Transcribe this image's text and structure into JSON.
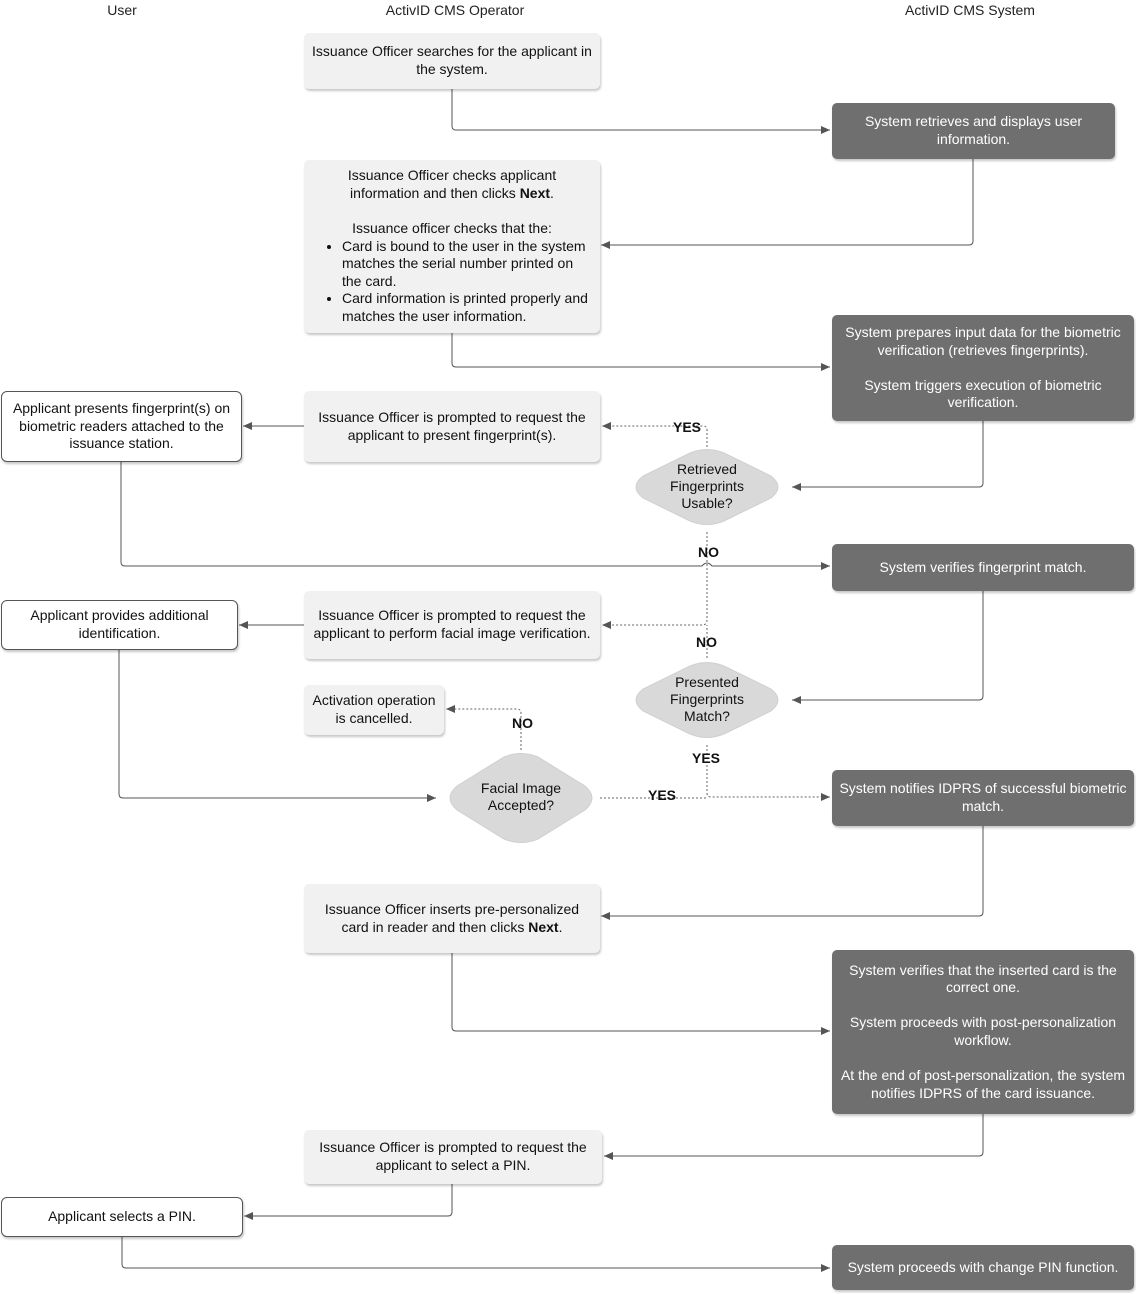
{
  "lanes": {
    "user": "User",
    "operator": "ActivID CMS Operator",
    "system": "ActivID CMS System"
  },
  "steps": {
    "op_search": "Issuance Officer searches for the applicant in the system.",
    "sys_retrieve": "System retrieves and displays user information.",
    "op_check_line1": "Issuance Officer checks applicant information and then clicks ",
    "op_check_bold": "Next",
    "op_check_end": ".",
    "op_check_line2": "Issuance officer checks that the:",
    "op_check_bullet1": "Card is bound to the user in the system matches the serial number printed on the card.",
    "op_check_bullet2": "Card information is printed properly and matches the user information.",
    "sys_prepare_p1": "System prepares input data for the biometric verification (retrieves fingerprints).",
    "sys_prepare_p2": "System triggers execution of biometric verification.",
    "user_fingerprint": "Applicant presents fingerprint(s) on biometric readers attached to the issuance station.",
    "op_prompt_fp": "Issuance Officer is prompted to request the applicant to present fingerprint(s).",
    "sys_verify_fp": "System verifies fingerprint match.",
    "user_additional_id": "Applicant provides additional identification.",
    "op_prompt_face": "Issuance Officer is prompted to request the applicant to perform facial image verification.",
    "op_cancelled": "Activation operation is cancelled.",
    "sys_notify_match": "System notifies IDPRS of successful biometric match.",
    "op_insert_line": "Issuance Officer inserts pre-personalized card in reader and then clicks ",
    "op_insert_bold": "Next",
    "op_insert_end": ".",
    "sys_postperso_p1": "System verifies that the inserted card is the correct one.",
    "sys_postperso_p2": "System proceeds with post-personalization workflow.",
    "sys_postperso_p3": "At the end of post-personalization, the system notifies IDPRS of the card issuance.",
    "op_prompt_pin": "Issuance Officer is prompted to request the applicant to select a PIN.",
    "user_select_pin": "Applicant selects a PIN.",
    "sys_change_pin": "System proceeds with change PIN function."
  },
  "decisions": {
    "retrieved": "Retrieved Fingerprints Usable?",
    "presented": "Presented Fingerprints Match?",
    "facial": "Facial Image Accepted?"
  },
  "edge_labels": {
    "retrieved_yes": "YES",
    "retrieved_no": "NO",
    "presented_no": "NO",
    "presented_yes": "YES",
    "facial_no": "NO",
    "facial_yes": "YES"
  },
  "colors": {
    "system_fill": "#6f6f6f",
    "operator_fill": "#f1f1f1",
    "decision_fill": "#d9d9d9",
    "connector": "#555555"
  }
}
